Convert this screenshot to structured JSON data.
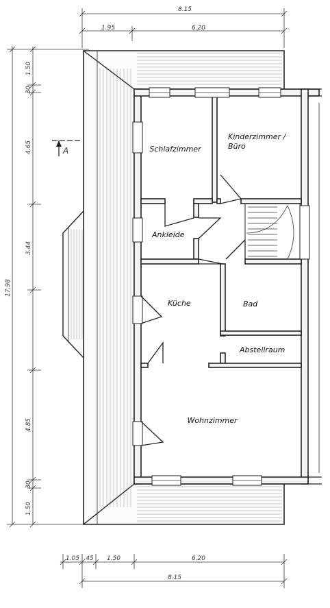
{
  "rooms": {
    "schlafzimmer": "Schlafzimmer",
    "kinderzimmer_line1": "Kinderzimmer /",
    "kinderzimmer_line2": "Büro",
    "ankleide": "Ankleide",
    "kueche": "Küche",
    "bad": "Bad",
    "abstellraum": "Abstellraum",
    "wohnzimmer": "Wohnzimmer"
  },
  "section_marker": "A",
  "dimensions": {
    "top_total": "8.15",
    "top_left": "1.95",
    "top_right": "6.20",
    "left_total": "17.98",
    "left_segments": [
      "1.50",
      "30",
      "4.65",
      "3.44",
      "4.85",
      "30",
      "1.50"
    ],
    "bottom_segments": [
      "1.05",
      "45",
      "1.50",
      "6.20"
    ],
    "bottom_total": "8.15"
  }
}
